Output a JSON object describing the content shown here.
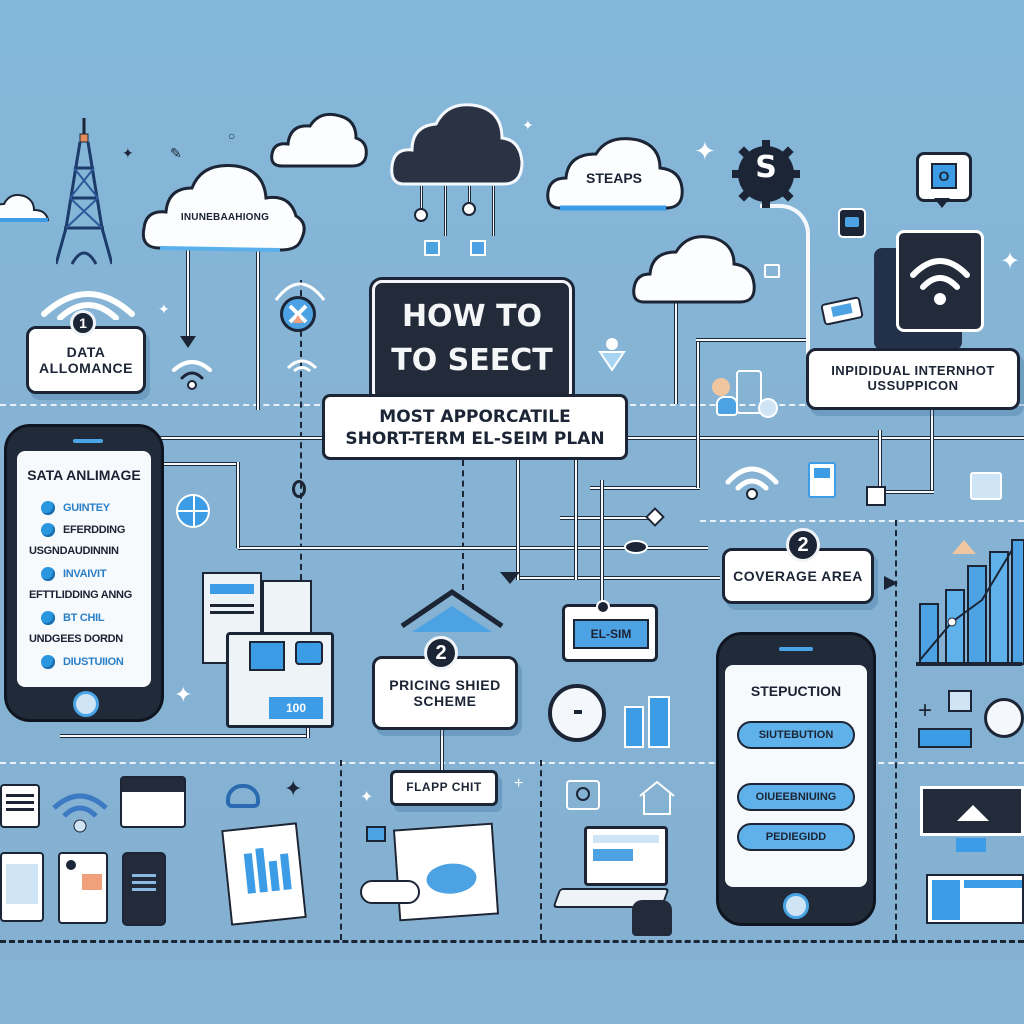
{
  "title": {
    "line1": "HOW TO",
    "line2": "TO SEECT",
    "subtitle_line1": "MOST APPORCATILE",
    "subtitle_line2": "SHORT-TERM EL-SEIM PLAN"
  },
  "clouds": [
    {
      "id": "cloud-internet",
      "label": "INUNEBAAHIONG",
      "style": "white"
    },
    {
      "id": "cloud-small-top",
      "label": "",
      "style": "white"
    },
    {
      "id": "cloud-dark-network",
      "label": "",
      "style": "dark"
    },
    {
      "id": "cloud-steps",
      "label": "STEAPS",
      "style": "white"
    },
    {
      "id": "cloud-right-mid",
      "label": "",
      "style": "white"
    },
    {
      "id": "cloud-left-edge",
      "label": "",
      "style": "white"
    }
  ],
  "steps": {
    "data_allowance": {
      "number": "1",
      "label_line1": "DATA",
      "label_line2": "ALLOMANCE"
    },
    "pricing": {
      "number": "2",
      "label_line1": "PRICING SHIED",
      "label_line2": "SCHEME"
    },
    "coverage": {
      "number": "2",
      "label": "COVERAGE AREA"
    },
    "individual_usage": {
      "label_line1": "INPIDIDUAL INTERNHOT",
      "label_line2": "USSUPPICON"
    },
    "esim_card": {
      "label": "EL-SIM"
    },
    "flapp_chart": {
      "label": "FLAPP CHIT"
    }
  },
  "left_phone": {
    "title": "SATA ANLIMAGE",
    "items": [
      {
        "type": "bullet",
        "text": "GUINTEY"
      },
      {
        "type": "bullet",
        "text": "EFERDDING"
      },
      {
        "type": "plain",
        "text": "USGNDAUDINNIN"
      },
      {
        "type": "bullet",
        "text": "INVAIVIT"
      },
      {
        "type": "plain",
        "text": "EFTTLIDDING ANNG"
      },
      {
        "type": "bullet",
        "text": "BT CHIL"
      },
      {
        "type": "plain",
        "text": "UNDGEES DORDN"
      },
      {
        "type": "bullet",
        "text": "DIUSTUIION"
      }
    ]
  },
  "right_phone": {
    "title": "STEPUCTION",
    "buttons": [
      "SIUTEBUTION",
      "OIUEEBNIUING",
      "PEDIEGIDD"
    ]
  },
  "s_badge": "S",
  "chat_badge": "O",
  "colors": {
    "background": "#85b5d6",
    "dark": "#1c2535",
    "accent_blue": "#3a9ae4",
    "white": "#ffffff"
  }
}
